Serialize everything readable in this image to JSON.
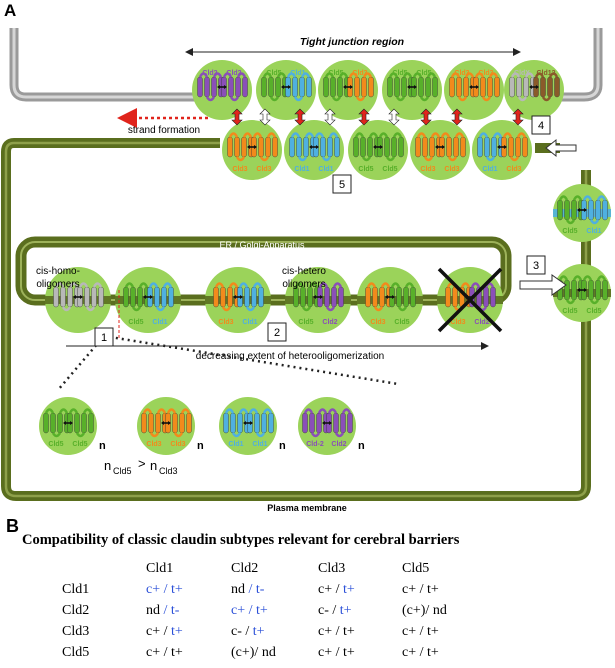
{
  "panel_a": {
    "letter": "A",
    "tight_junction_label": "Tight junction region",
    "strand_formation_label": "strand formation",
    "er_golgi_label": "ER / Golgi-Apparatus",
    "cis_homo_label": [
      "cis-homo-",
      "oligomers"
    ],
    "cis_hetero_label": [
      "cis-hetero",
      "oligomers"
    ],
    "decreasing_label": "decreasing extent of heterooligomerization",
    "plasma_membrane_label": "Plasma membrane",
    "n_relation": {
      "n": "n",
      "sub_left": "Cld5",
      "gt": ">",
      "sub_right": "Cld3"
    },
    "step_numbers": [
      "1",
      "2",
      "3",
      "4",
      "5"
    ],
    "top_row_pairs": [
      [
        "Cld2",
        "Cld2"
      ],
      [
        "Cld5",
        "Cld1"
      ],
      [
        "Cld5",
        "Cld3"
      ],
      [
        "Cld5",
        "Cld5"
      ],
      [
        "Cld3",
        "Cld3"
      ],
      [
        "CldX",
        "Cld12"
      ]
    ],
    "bottom_row_pairs": [
      [
        "Cld3",
        "Cld3"
      ],
      [
        "Cld1",
        "Cld1"
      ],
      [
        "Cld5",
        "Cld5"
      ],
      [
        "Cld3",
        "Cld3"
      ],
      [
        "Cld1",
        "Cld3"
      ]
    ],
    "er_row_pairs": [
      [
        "",
        ""
      ],
      [
        "Cld5",
        "Cld1"
      ],
      [
        "Cld3",
        "Cld1"
      ],
      [
        "Cld5",
        "Cld2"
      ],
      [
        "Cld3",
        "Cld5"
      ],
      [
        "Cld3",
        "Cld2"
      ]
    ],
    "vertical_pairs": [
      [
        "Cld5",
        "Cld1"
      ],
      [
        "Cld5",
        "Cld5"
      ]
    ],
    "homo_pairs": [
      [
        "Cld5",
        "Cld5"
      ],
      [
        "Cld3",
        "Cld3"
      ],
      [
        "Cld1",
        "Cld1"
      ],
      [
        "Cld-2",
        "Cld2"
      ]
    ],
    "colors": {
      "membrane": "#5a6e1e",
      "membrane_grey": "#9a9a9a",
      "cell_green": "#9bd35a",
      "cld1": "#4fb0e0",
      "cld2": "#8a4fb8",
      "cld3": "#f28a1c",
      "cld5": "#58b02a",
      "cldx": "#b8b8b8",
      "cld12": "#8a5a2a",
      "strand_arrow": "#e0241c"
    }
  },
  "panel_b": {
    "letter": "B",
    "title": "Compatibility of classic claudin subtypes relevant for cerebral barriers",
    "columns": [
      "Cld1",
      "Cld2",
      "Cld3",
      "Cld5"
    ],
    "rows": [
      {
        "label": "Cld1",
        "cells": [
          [
            {
              "t": "c+",
              "blue": true
            },
            {
              "t": " / ",
              "blue": true
            },
            {
              "t": "t+",
              "blue": true
            }
          ],
          [
            {
              "t": "nd",
              "blue": false
            },
            {
              "t": " / ",
              "blue": true
            },
            {
              "t": "t-",
              "blue": true
            }
          ],
          [
            {
              "t": "c+ / ",
              "blue": false
            },
            {
              "t": "t+",
              "blue": true
            }
          ],
          [
            {
              "t": "c+ / t+",
              "blue": false
            }
          ]
        ]
      },
      {
        "label": "Cld2",
        "cells": [
          [
            {
              "t": "nd",
              "blue": false
            },
            {
              "t": " / t-",
              "blue": true
            }
          ],
          [
            {
              "t": "c+ / t+",
              "blue": true
            }
          ],
          [
            {
              "t": "c- / ",
              "blue": false
            },
            {
              "t": "t+",
              "blue": true
            }
          ],
          [
            {
              "t": "(c+)/ nd",
              "blue": false
            }
          ]
        ]
      },
      {
        "label": "Cld3",
        "cells": [
          [
            {
              "t": "c+ / ",
              "blue": false
            },
            {
              "t": "t+",
              "blue": true
            }
          ],
          [
            {
              "t": "c- / ",
              "blue": false
            },
            {
              "t": "t+",
              "blue": true
            }
          ],
          [
            {
              "t": "c+ / t+",
              "blue": false
            }
          ],
          [
            {
              "t": "c+ / t+",
              "blue": false
            }
          ]
        ]
      },
      {
        "label": "Cld5",
        "cells": [
          [
            {
              "t": "c+ / t+",
              "blue": false
            }
          ],
          [
            {
              "t": "(c+)/ nd",
              "blue": false
            }
          ],
          [
            {
              "t": "c+ / t+",
              "blue": false
            }
          ],
          [
            {
              "t": "c+ / t+",
              "blue": false
            }
          ]
        ]
      }
    ]
  }
}
